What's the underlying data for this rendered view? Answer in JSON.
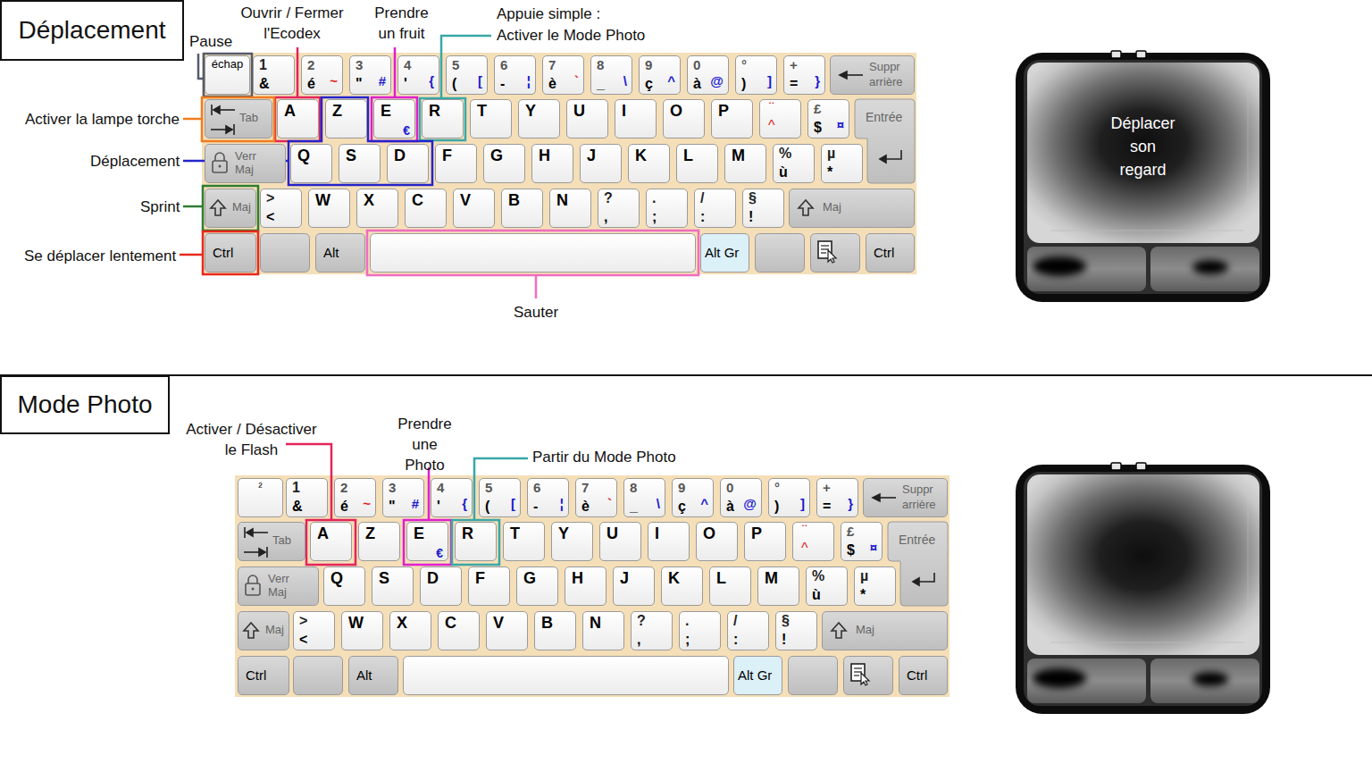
{
  "diagram": {
    "nodes": [
      {
        "text": [
          "Déplacement"
        ]
      },
      {
        "text": [
          "échap"
        ]
      },
      {
        "text": [
          "1",
          "&"
        ]
      },
      {
        "text": [
          "2",
          "é",
          "~"
        ]
      },
      {
        "text": [
          "3",
          "\"",
          "#"
        ]
      },
      {
        "text": [
          "4",
          "'",
          "{"
        ]
      },
      {
        "text": [
          "5",
          "(",
          "["
        ]
      },
      {
        "text": [
          "6",
          "-",
          "¦"
        ]
      },
      {
        "text": [
          "7",
          "è",
          "`"
        ]
      },
      {
        "text": [
          "8",
          "_",
          "\\"
        ]
      },
      {
        "text": [
          "9",
          "ç",
          "^"
        ]
      },
      {
        "text": [
          "0",
          "à",
          "@"
        ]
      },
      {
        "text": [
          "°",
          ")",
          "]"
        ]
      },
      {
        "text": [
          "+",
          "=",
          "}"
        ]
      },
      {
        "text": [
          "Suppr arrière"
        ]
      },
      {
        "text": [
          "Tab"
        ]
      },
      {
        "text": [
          "A"
        ]
      },
      {
        "text": [
          "Z"
        ]
      },
      {
        "text": [
          "E",
          "€"
        ]
      },
      {
        "text": [
          "R"
        ]
      },
      {
        "text": [
          "T"
        ]
      },
      {
        "text": [
          "Y"
        ]
      },
      {
        "text": [
          "U"
        ]
      },
      {
        "text": [
          "I"
        ]
      },
      {
        "text": [
          "O"
        ]
      },
      {
        "text": [
          "P"
        ]
      },
      {
        "text": [
          "¨",
          "^"
        ]
      },
      {
        "text": [
          "£",
          "$",
          "¤"
        ]
      },
      {
        "text": [
          "Entrée"
        ]
      },
      {
        "text": [
          "Verr Maj"
        ]
      },
      {
        "text": [
          "Q"
        ]
      },
      {
        "text": [
          "S"
        ]
      },
      {
        "text": [
          "D"
        ]
      },
      {
        "text": [
          "F"
        ]
      },
      {
        "text": [
          "G"
        ]
      },
      {
        "text": [
          "H"
        ]
      },
      {
        "text": [
          "J"
        ]
      },
      {
        "text": [
          "K"
        ]
      },
      {
        "text": [
          "L"
        ]
      },
      {
        "text": [
          "M"
        ]
      },
      {
        "text": [
          "%",
          "ù"
        ]
      },
      {
        "text": [
          "µ",
          "*"
        ]
      },
      {
        "text": [
          "Maj"
        ]
      },
      {
        "text": [
          ">",
          "<"
        ]
      },
      {
        "text": [
          "W"
        ]
      },
      {
        "text": [
          "X"
        ]
      },
      {
        "text": [
          "C"
        ]
      },
      {
        "text": [
          "V"
        ]
      },
      {
        "text": [
          "B"
        ]
      },
      {
        "text": [
          "N"
        ]
      },
      {
        "text": [
          "?",
          ","
        ]
      },
      {
        "text": [
          ".",
          ";"
        ]
      },
      {
        "text": [
          "/",
          ":"
        ]
      },
      {
        "text": [
          "§",
          "!"
        ]
      },
      {
        "text": [
          "Maj"
        ]
      },
      {
        "text": [
          "Ctrl"
        ]
      },
      {
        "text": [
          "Alt"
        ]
      },
      {
        "text": [
          "Alt Gr"
        ]
      },
      {
        "text": [
          "Ctrl"
        ]
      },
      {
        "text": [
          "Déplacer son regard"
        ]
      },
      {
        "text": [
          "Mode Photo"
        ]
      },
      {
        "text": [
          "²"
        ]
      },
      {
        "text": [
          "1",
          "&"
        ]
      },
      {
        "text": [
          "2",
          "é",
          "~"
        ]
      },
      {
        "text": [
          "3",
          "\"",
          "#"
        ]
      },
      {
        "text": [
          "4",
          "'",
          "{"
        ]
      },
      {
        "text": [
          "5",
          "(",
          "["
        ]
      },
      {
        "text": [
          "6",
          "-",
          "¦"
        ]
      },
      {
        "text": [
          "7",
          "è",
          "`"
        ]
      },
      {
        "text": [
          "8",
          "_",
          "\\"
        ]
      },
      {
        "text": [
          "9",
          "ç",
          "^"
        ]
      },
      {
        "text": [
          "0",
          "à",
          "@"
        ]
      },
      {
        "text": [
          "°",
          ")",
          "]"
        ]
      },
      {
        "text": [
          "+",
          "=",
          "}"
        ]
      },
      {
        "text": [
          "Suppr arrière"
        ]
      },
      {
        "text": [
          "Tab"
        ]
      },
      {
        "text": [
          "A"
        ]
      },
      {
        "text": [
          "Z"
        ]
      },
      {
        "text": [
          "E",
          "€"
        ]
      },
      {
        "text": [
          "R"
        ]
      },
      {
        "text": [
          "T"
        ]
      },
      {
        "text": [
          "Y"
        ]
      },
      {
        "text": [
          "U"
        ]
      },
      {
        "text": [
          "I"
        ]
      },
      {
        "text": [
          "O"
        ]
      },
      {
        "text": [
          "P"
        ]
      },
      {
        "text": [
          "¨",
          "^"
        ]
      },
      {
        "text": [
          "£",
          "$",
          "¤"
        ]
      },
      {
        "text": [
          "Entrée"
        ]
      },
      {
        "text": [
          "Verr Maj"
        ]
      },
      {
        "text": [
          "Q"
        ]
      },
      {
        "text": [
          "S"
        ]
      },
      {
        "text": [
          "D"
        ]
      },
      {
        "text": [
          "F"
        ]
      },
      {
        "text": [
          "G"
        ]
      },
      {
        "text": [
          "H"
        ]
      },
      {
        "text": [
          "J"
        ]
      },
      {
        "text": [
          "K"
        ]
      },
      {
        "text": [
          "L"
        ]
      },
      {
        "text": [
          "M"
        ]
      },
      {
        "text": [
          "%",
          "ù"
        ]
      },
      {
        "text": [
          "µ",
          "*"
        ]
      },
      {
        "text": [
          "Maj"
        ]
      },
      {
        "text": [
          ">",
          "<"
        ]
      },
      {
        "text": [
          "W"
        ]
      },
      {
        "text": [
          "X"
        ]
      },
      {
        "text": [
          "C"
        ]
      },
      {
        "text": [
          "V"
        ]
      },
      {
        "text": [
          "B"
        ]
      },
      {
        "text": [
          "N"
        ]
      },
      {
        "text": [
          "?",
          ","
        ]
      },
      {
        "text": [
          ".",
          ";"
        ]
      },
      {
        "text": [
          "/",
          ":"
        ]
      },
      {
        "text": [
          "§",
          "!"
        ]
      },
      {
        "text": [
          "Maj"
        ]
      },
      {
        "text": [
          "Ctrl"
        ]
      },
      {
        "text": [
          "Alt"
        ]
      },
      {
        "text": [
          "Alt Gr"
        ]
      },
      {
        "text": [
          "Ctrl"
        ]
      }
    ],
    "labels": [
      "Pause",
      "Ouvrir / Fermer l'Ecodex",
      "Prendre un fruit",
      "Appuie simple :",
      "Activer le Mode Photo",
      "Activer la lampe torche",
      "Déplacement",
      "Sprint",
      "Se déplacer lentement",
      "Sauter",
      "Activer / Désactiver le Flash",
      "Prendre une Photo",
      "Partir du Mode Photo"
    ]
  }
}
